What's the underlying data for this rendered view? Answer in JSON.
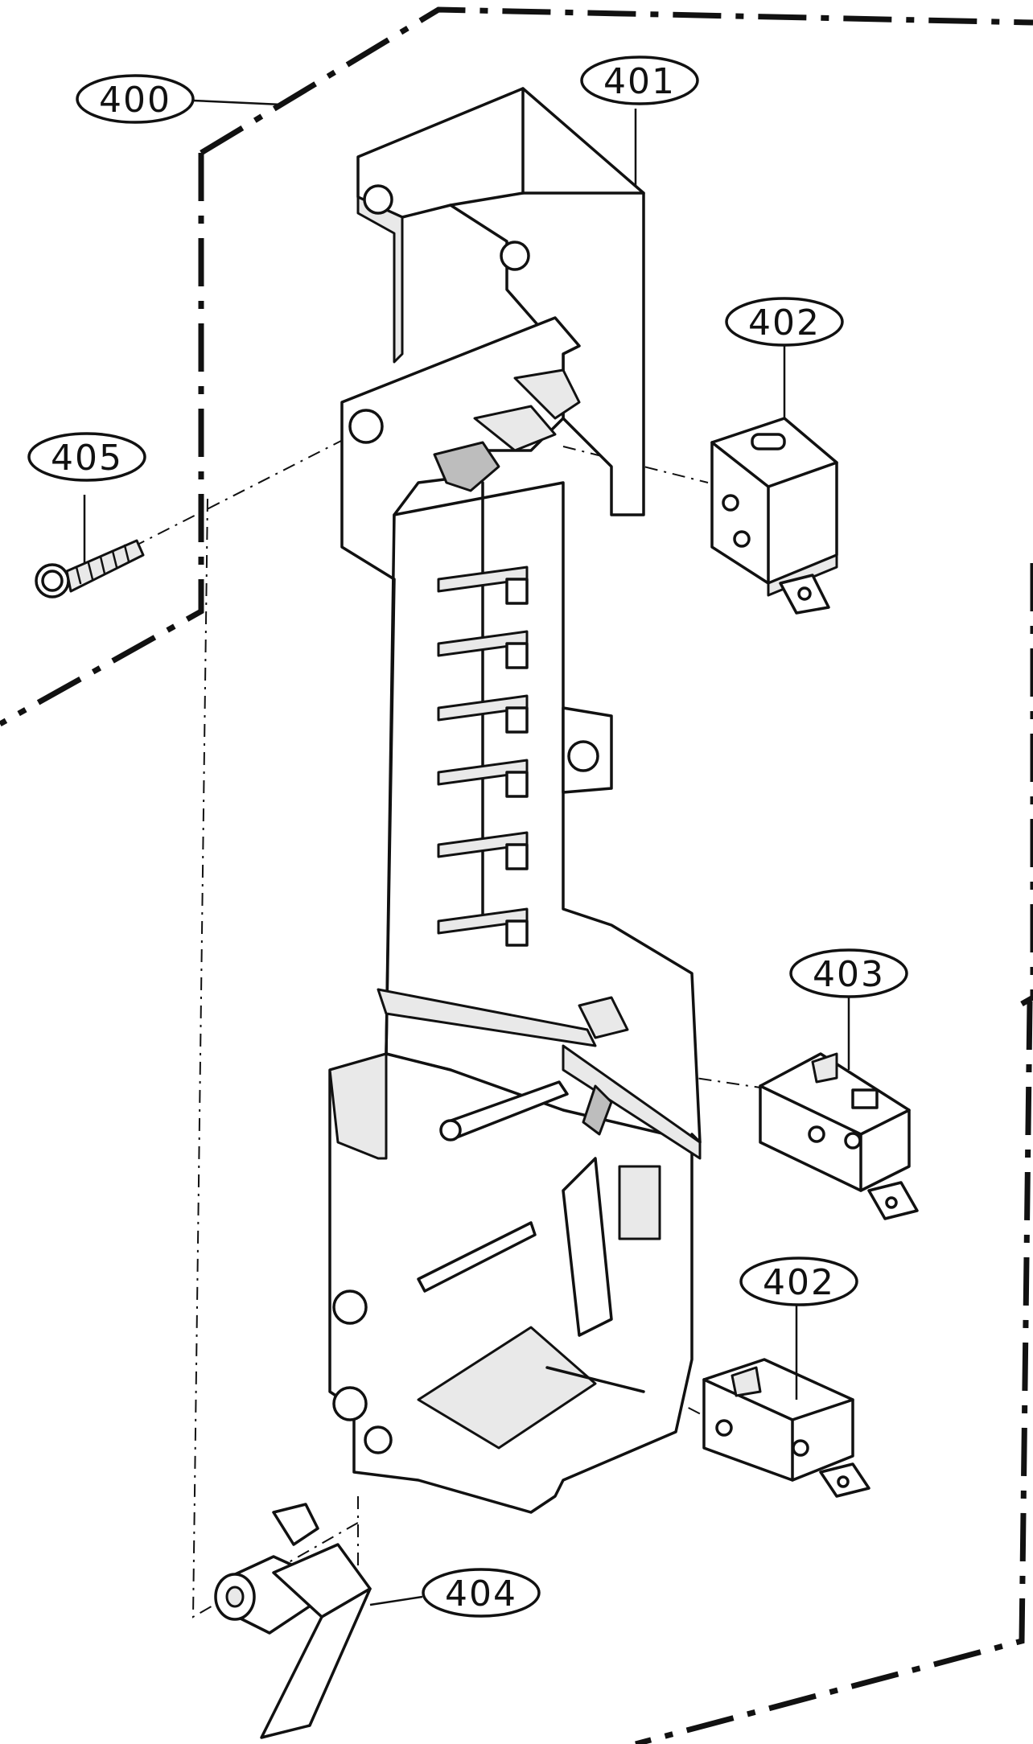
{
  "callouts": {
    "assembly": "400",
    "latch_board": "401",
    "switch_top": "402",
    "switch_middle": "403",
    "switch_bottom": "402",
    "lever": "404",
    "screw": "405"
  }
}
